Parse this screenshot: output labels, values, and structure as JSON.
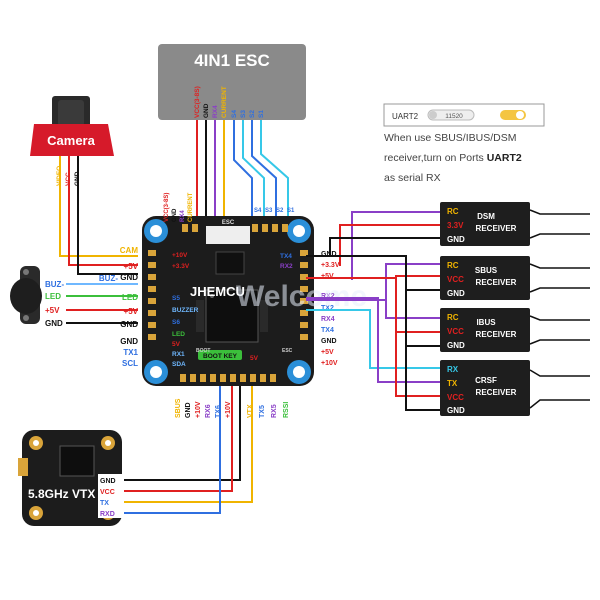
{
  "esc": {
    "title": "4IN1 ESC",
    "pins": [
      "VCC(3-8S)",
      "GND",
      "RX4",
      "CURRENT",
      "S4",
      "S3",
      "S2",
      "S1"
    ]
  },
  "camera": {
    "title": "Camera",
    "pins": [
      "VIDEO",
      "VCC",
      "GND"
    ]
  },
  "fc": {
    "brand": "JHEMCU",
    "esc_plug": "ESC",
    "top_pads": [
      "VCC(3-8S)",
      "GND",
      "RX4",
      "CURRENT",
      "S4",
      "S3",
      "S2",
      "S1"
    ],
    "left_pads": [
      "CAM",
      "+5V",
      "GND",
      "BUZ-",
      "LED",
      "+5V",
      "GND",
      "GND",
      "TX1",
      "SCL"
    ],
    "inner_pads": [
      "+10V",
      "+3.3V",
      "S5",
      "BUZZER",
      "S6",
      "LED",
      "5V",
      "RX1",
      "SDA",
      "BOOT KEY",
      "5V",
      "RX2",
      "TX4"
    ],
    "right_pads": [
      "GND",
      "+3.3V",
      "+5V",
      "RX2",
      "TX2",
      "RX4",
      "TX4",
      "GND",
      "+5V",
      "+10V"
    ],
    "bottom_pads": [
      "SBUS",
      "GND",
      "+10V",
      "RX6",
      "TX6",
      "+10V",
      "VTX",
      "TX5",
      "RX5",
      "RSSI"
    ],
    "inner_small": [
      "BOOT",
      "ESC"
    ]
  },
  "buzzer": {
    "pins": [
      "BUZ-",
      "GND"
    ]
  },
  "led": {
    "label": "LED",
    "pins": [
      "LED",
      "+5V",
      "GND"
    ]
  },
  "vtx": {
    "title": "5.8GHz VTX",
    "pins": [
      "GND",
      "VCC",
      "TX",
      "RXD"
    ]
  },
  "uart_switch": {
    "port": "UART2",
    "code": "11520"
  },
  "note": {
    "line1": "When use SBUS/IBUS/DSM",
    "line2": "receiver,turn on Ports",
    "port": "UART2",
    "line3": "as serial RX"
  },
  "watermark": "Welcome",
  "receivers": [
    {
      "name": "DSM",
      "type": "RECEIVER",
      "pins": [
        "RC",
        "3.3V",
        "GND"
      ]
    },
    {
      "name": "SBUS",
      "type": "RECEIVER",
      "pins": [
        "RC",
        "VCC",
        "GND"
      ]
    },
    {
      "name": "IBUS",
      "type": "RECEIVER",
      "pins": [
        "RC",
        "VCC",
        "GND"
      ]
    },
    {
      "name": "CRSF",
      "type": "RECEIVER",
      "pins": [
        "RX",
        "TX",
        "VCC",
        "GND"
      ]
    }
  ],
  "colors": {
    "gnd": "#111111",
    "vcc": "#e02020",
    "signal_purple": "#8a3fc7",
    "signal_blue": "#2f6fe0",
    "signal_cyan": "#36c8e8",
    "video_yellow": "#f0b400",
    "led_green": "#3bbf3b",
    "buzzer_blue": "#6fb8ff",
    "board": "#1c1c1c",
    "mount": "#2b8fd8",
    "esc_box": "#8a8a8a",
    "receiver_box": "#1e1e1e",
    "camera_red": "#d61a2a"
  }
}
